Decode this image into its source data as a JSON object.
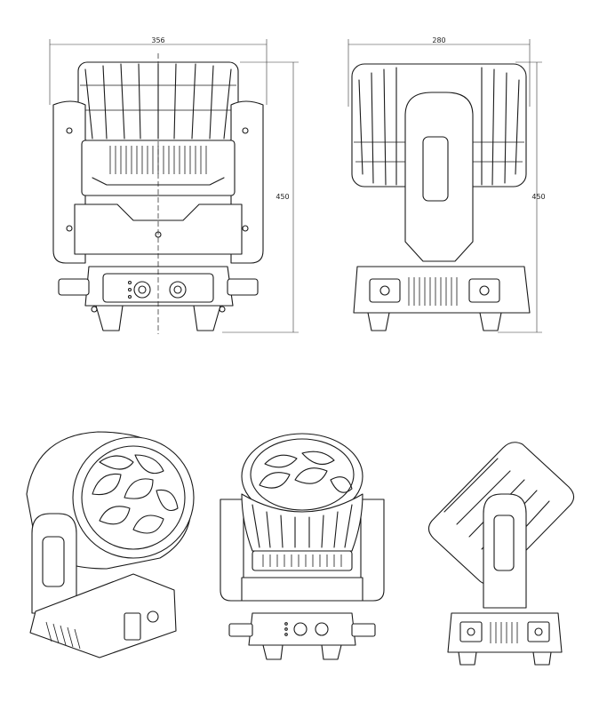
{
  "dimensions": {
    "front_width": "356",
    "side_width": "280",
    "front_height": "450",
    "side_height": "450"
  },
  "views": [
    "front-view",
    "side-view",
    "perspective-left",
    "perspective-front",
    "perspective-side-tilted"
  ]
}
